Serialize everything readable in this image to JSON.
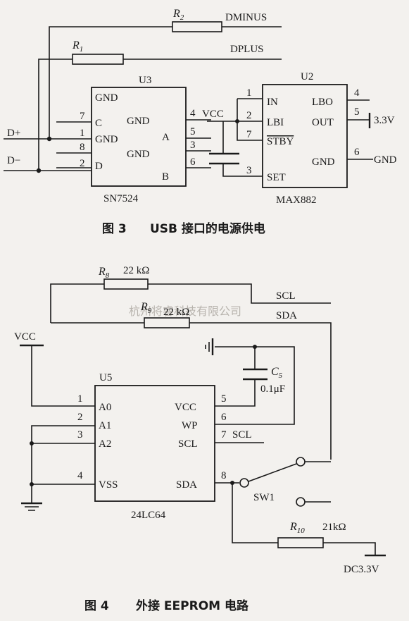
{
  "fig3": {
    "r2": "R",
    "r2_sub": "2",
    "r1": "R",
    "r1_sub": "1",
    "dminus": "DMINUS",
    "dplus": "DPLUS",
    "d_plus": "D+",
    "d_minus": "D−",
    "u3": {
      "name": "U3",
      "part": "SN7524",
      "left_labels": [
        "GND",
        "C",
        "GND",
        "D"
      ],
      "left_pins": [
        "7",
        "1",
        "8",
        "2"
      ],
      "right_labels": [
        "GND",
        "A",
        "GND",
        "B"
      ],
      "right_pins": [
        "4",
        "5",
        "3",
        "6"
      ]
    },
    "vcc": "VCC",
    "u2": {
      "name": "U2",
      "part": "MAX882",
      "left_labels": [
        "IN",
        "LBI",
        "STBY",
        "SET"
      ],
      "left_pins": [
        "1",
        "2",
        "7",
        "3"
      ],
      "right_labels": [
        "LBO",
        "OUT",
        "GND"
      ],
      "right_pins": [
        "4",
        "5",
        "6"
      ],
      "out_value": "3.3V",
      "gnd_label": "GND"
    },
    "caption_num": "图 3",
    "caption": "USB 接口的电源供电"
  },
  "fig4": {
    "r8": "R",
    "r8_sub": "8",
    "r8_value": "22 kΩ",
    "r9": "R",
    "r9_sub": "9",
    "r9_value": "22 kΩ",
    "scl": "SCL",
    "sda": "SDA",
    "vcc": "VCC",
    "c5": "C",
    "c5_sub": "5",
    "c5_value": "0.1μF",
    "u5": {
      "name": "U5",
      "part": "24LC64",
      "left_labels": [
        "A0",
        "A1",
        "A2",
        "VSS"
      ],
      "left_pins": [
        "1",
        "2",
        "3",
        "4"
      ],
      "right_labels": [
        "VCC",
        "WP",
        "SCL",
        "SDA"
      ],
      "right_pins": [
        "5",
        "6",
        "7",
        "8"
      ]
    },
    "scl_pin_label": "SCL",
    "sw1": "SW1",
    "r10": "R",
    "r10_sub": "10",
    "r10_value": "21kΩ",
    "dc": "DC3.3V",
    "caption_num": "图 4",
    "caption": "外接 EEPROM 电路"
  },
  "watermark": "杭州将睿科技有限公司"
}
